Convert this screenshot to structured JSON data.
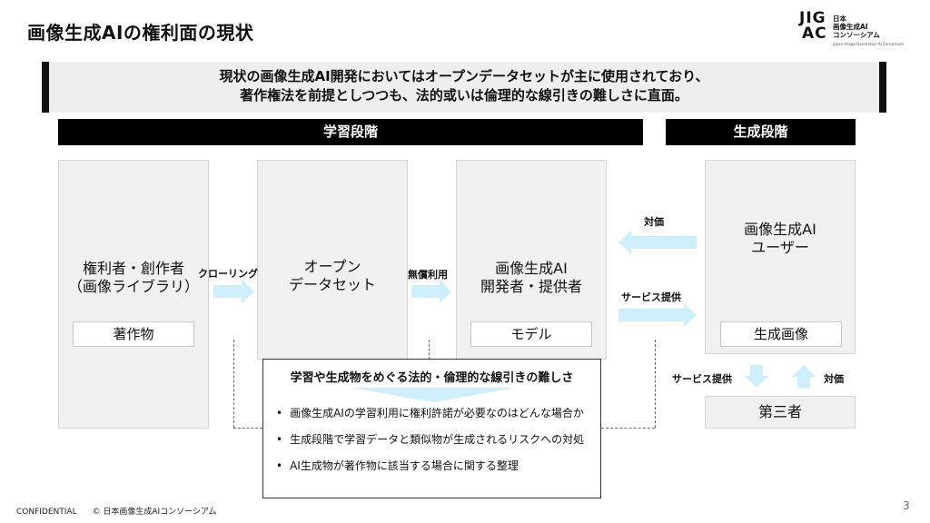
{
  "page": {
    "title": "画像生成AIの権利面の現状",
    "logo": {
      "mark_line1": "JIG",
      "mark_line2": "AC",
      "text_line1": "日本",
      "text_line2": "画像生成AI",
      "text_line3": "コンソーシアム",
      "text_small": "Japan Image Generation AI Consortium"
    },
    "summary": {
      "line1": "現状の画像生成AI開発においてはオープンデータセットが主に使用されており、",
      "line2": "著作権法を前提としつつも、法的或いは倫理的な線引きの難しさに直面。"
    },
    "phases": {
      "learning": "学習段階",
      "generation": "生成段階"
    },
    "flow": {
      "rights_holder": {
        "line1": "権利者・創作者",
        "line2": "（画像ライブラリ）",
        "inner": "著作物"
      },
      "crawling_label": "クローリング",
      "open_dataset": {
        "line1": "オープン",
        "line2": "データセット"
      },
      "free_use_label": "無償利用",
      "developer": {
        "line1": "画像生成AI",
        "line2": "開発者・提供者",
        "inner": "モデル"
      },
      "payment_label": "対価",
      "service_label": "サービス提供",
      "user": {
        "line1": "画像生成AI",
        "line2": "ユーザー",
        "inner": "生成画像"
      },
      "service_label2": "サービス提供",
      "payment_label2": "対価",
      "third_party": "第三者"
    },
    "callout": {
      "title": "学習や生成物をめぐる法的・倫理的な線引きの難しさ",
      "items": [
        "画像生成AIの学習利用に権利許諾が必要なのはどんな場合か",
        "生成段階で学習データと類似物が生成されるリスクへの対処",
        "AI生成物が著作物に該当する場合に関する整理"
      ]
    },
    "footer": {
      "confidential": "CONFIDENTIAL",
      "copyright": "© 日本画像生成AIコンソーシアム",
      "page_number": "3"
    },
    "colors": {
      "arrow": "#cdeefa",
      "phase_bar": "#000000",
      "box": "#f0f0f0"
    }
  }
}
